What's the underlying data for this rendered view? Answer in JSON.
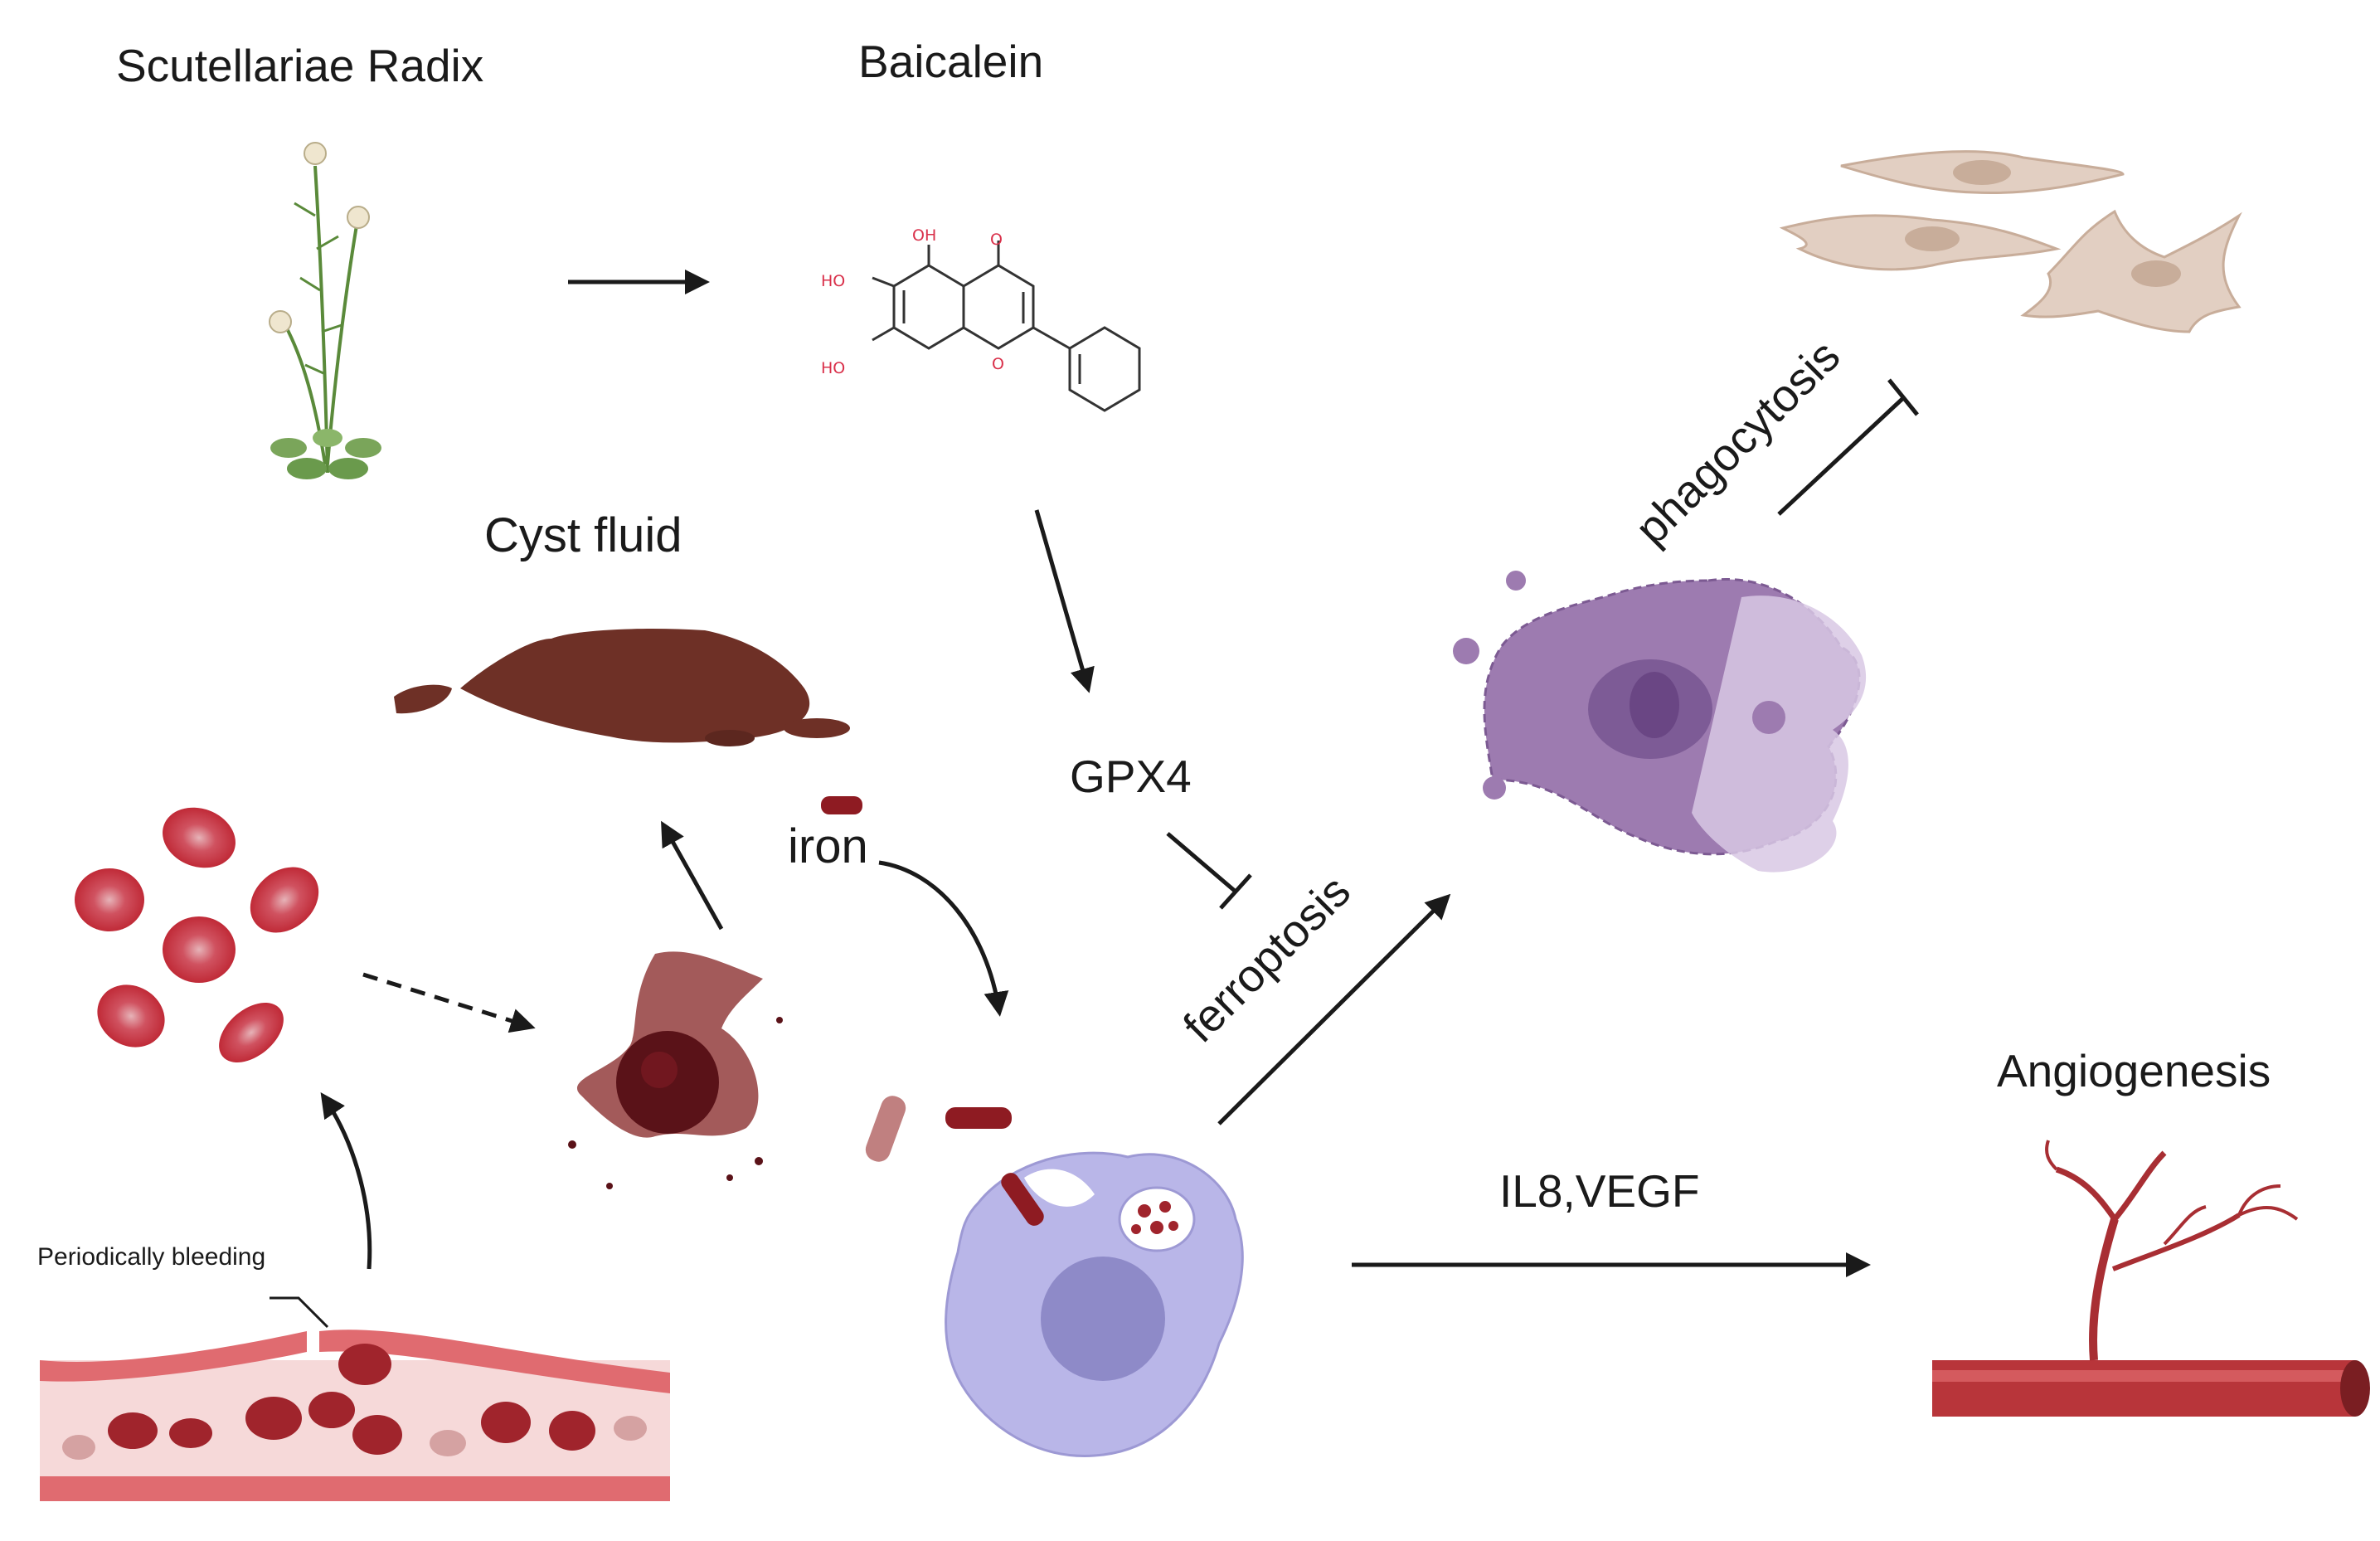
{
  "labels": {
    "scutellariae": "Scutellariae Radix",
    "baicalein": "Baicalein",
    "cyst_fluid": "Cyst fluid",
    "iron": "iron",
    "gpx4": "GPX4",
    "ferroptosis": "ferroptosis",
    "phagocytosis": "phagocytosis",
    "angiogenesis": "Angiogenesis",
    "il8_vegf": "IL8,VEGF",
    "periodically_bleeding": "Periodically bleeding"
  },
  "chem_labels": {
    "oh_top": "OH",
    "carbonyl_o": "O",
    "ho_upper": "HO",
    "ho_lower": "HO",
    "ring_o": "O"
  },
  "colors": {
    "text": "#1a1a1a",
    "arrow": "#1a1a1a",
    "rbc": "#c9303f",
    "rbc_dark": "#8e1b22",
    "cyst_fluid": "#6e3026",
    "macrophage": "#b9b6e8",
    "necrotic_cell": "#9d7bb0",
    "fibroblast": "#e2cfc2",
    "vessel": "#b8353a",
    "chem": "#d9304a",
    "plant_leaf": "#7aa55a"
  },
  "icons": [
    "plant-icon",
    "baicalein-structure",
    "cyst-fluid-icon",
    "rbc-icon",
    "damaged-cell-icon",
    "macrophage-icon",
    "ferroptotic-cell-icon",
    "fibroblast-icon",
    "blood-vessel-icon",
    "bleeding-vessel-icon"
  ]
}
